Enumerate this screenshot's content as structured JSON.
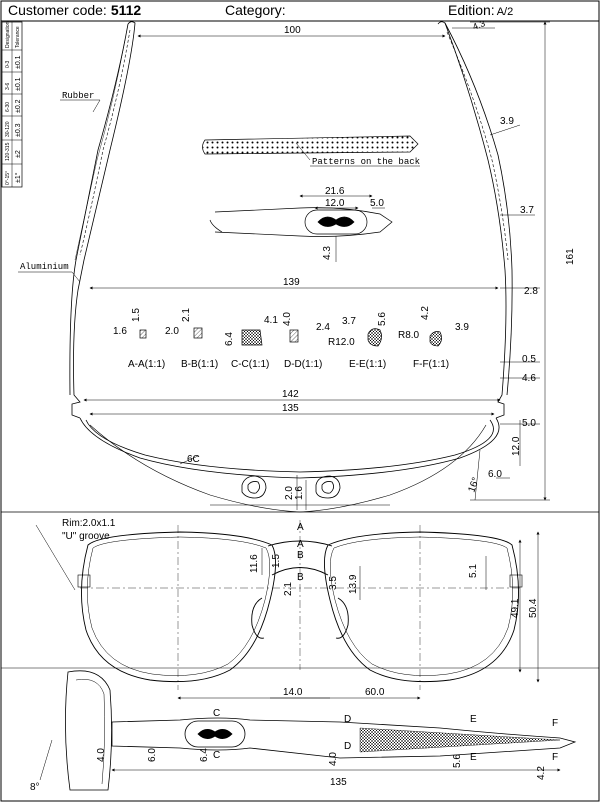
{
  "header": {
    "customer_label": "Customer code:",
    "customer_value": "5112",
    "category_label": "Category:",
    "edition_label": "Edition:",
    "edition_value": "A/2"
  },
  "tolerance_table": {
    "rows": [
      {
        "designation": "0-3",
        "tolerance": "±0.1"
      },
      {
        "designation": "3-6",
        "tolerance": "±0.1"
      },
      {
        "designation": "6-30",
        "tolerance": "±0.2"
      },
      {
        "designation": "30-120",
        "tolerance": "±0.3"
      },
      {
        "designation": "120-315",
        "tolerance": "±2"
      },
      {
        "designation": "0°-15°",
        "tolerance": "±1°"
      }
    ],
    "col1": "Designation",
    "col2": "Tolerance"
  },
  "labels": {
    "rubber": "Rubber",
    "aluminium": "Aluminium",
    "patterns": "Patterns on the back",
    "rim": "Rim:2.0x1.1",
    "groove": "\"U\" groove"
  },
  "sections": [
    "A-A(1:1)",
    "B-B(1:1)",
    "C-C(1:1)",
    "D-D(1:1)",
    "E-E(1:1)",
    "F-F(1:1)"
  ],
  "dims": {
    "d100": "100",
    "d4_3": "4.3",
    "d3_9": "3.9",
    "d3_7": "3.7",
    "d161": "161",
    "d21_6": "21.6",
    "d12_0": "12.0",
    "d5_0": "5.0",
    "d4_3b": "4.3",
    "d139": "139",
    "d2_8": "2.8",
    "s1_5": "1.5",
    "s1_6": "1.6",
    "s2_1": "2.1",
    "s2_0": "2.0",
    "s6_4": "6.4",
    "s4_1": "4.1",
    "s4_0": "4.0",
    "s2_4": "2.4",
    "s3_7": "3.7",
    "sR12": "R12.0",
    "s5_6": "5.6",
    "s4_2": "4.2",
    "sR8": "R8.0",
    "s3_9": "3.9",
    "d0_5": "0.5",
    "d4_6": "4.6",
    "d142": "142",
    "d135": "135",
    "d5_0b": "5.0",
    "d12_0b": "12.0",
    "d6_0": "6.0",
    "d16deg": "16°",
    "d6C": "6C",
    "d2_0": "2.0",
    "d1_6": "1.6",
    "fA": "A",
    "fB": "B",
    "fB2": "B",
    "f11_6": "11.6",
    "f1_5": "1.5",
    "f2_1": "2.1",
    "f3_5": "3.5",
    "f13_9": "13.9",
    "f5_1": "5.1",
    "f49_1": "49.1",
    "f50_4": "50.4",
    "f14_0": "14.0",
    "f60_0": "60.0",
    "t4_0": "4.0",
    "t6_0": "6.0",
    "t6_4": "6.4",
    "tC1": "C",
    "tC2": "C",
    "tD1": "D",
    "tD2": "D",
    "tE1": "E",
    "tE2": "E",
    "tF1": "F",
    "tF2": "F",
    "t4_0b": "4.0",
    "t5_6": "5.6",
    "t4_2": "4.2",
    "t135": "135",
    "t8deg": "8°"
  }
}
